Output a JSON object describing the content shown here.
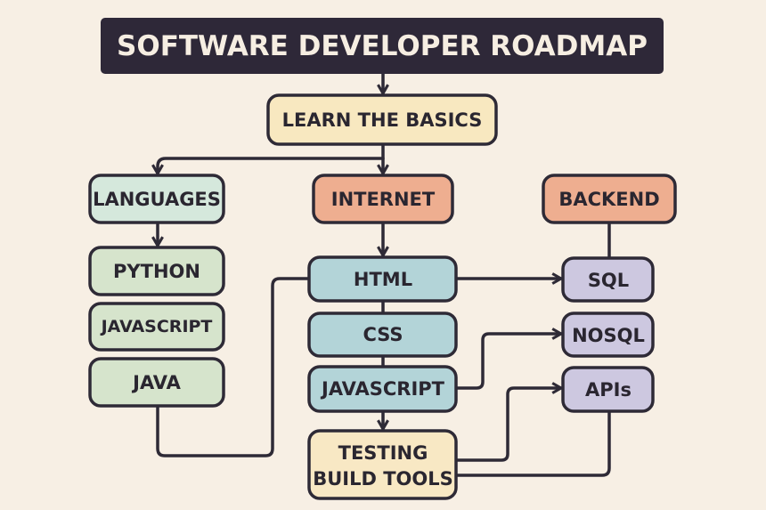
{
  "title": "SOFTWARE DEVELOPER ROADMAP",
  "nodes": {
    "basics": "LEARN THE BASICS",
    "languages": "LANGUAGES",
    "python": "PYTHON",
    "javascript_lang": "JAVASCRIPT",
    "java": "JAVA",
    "internet": "INTERNET",
    "html": "HTML",
    "css": "CSS",
    "javascript_web": "JAVASCRIPT",
    "testing_line1": "TESTING",
    "testing_line2": "BUILD TOOLS",
    "backend": "BACKEND",
    "sql": "SQL",
    "nosql": "NOSQL",
    "apis": "APIs"
  },
  "colors": {
    "title_bg": "#2e2838",
    "basics": "#f8e8c0",
    "languages": "#d5e8dc",
    "language_items": "#d6e4cc",
    "internet_backend": "#eeae90",
    "web_items": "#b3d4d8",
    "testing": "#f8e8c4",
    "backend_items": "#cdc8e0"
  }
}
